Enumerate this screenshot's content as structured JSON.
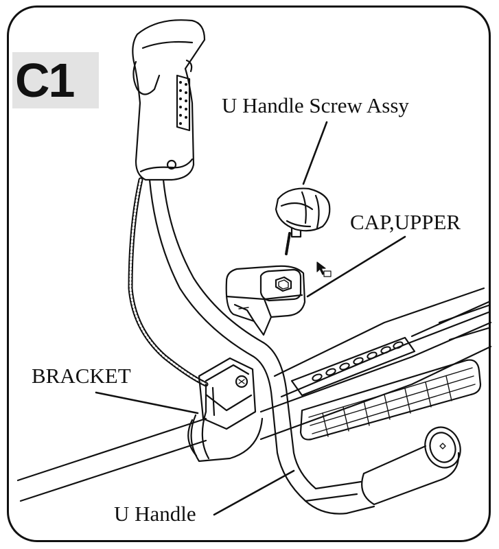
{
  "step": {
    "label": "C1"
  },
  "labels": {
    "screw": "U Handle Screw Assy",
    "cap": "CAP,UPPER",
    "bracket": "BRACKET",
    "u_handle": "U Handle"
  },
  "colors": {
    "line": "#111111",
    "badge_bg": "#e3e3e3"
  }
}
